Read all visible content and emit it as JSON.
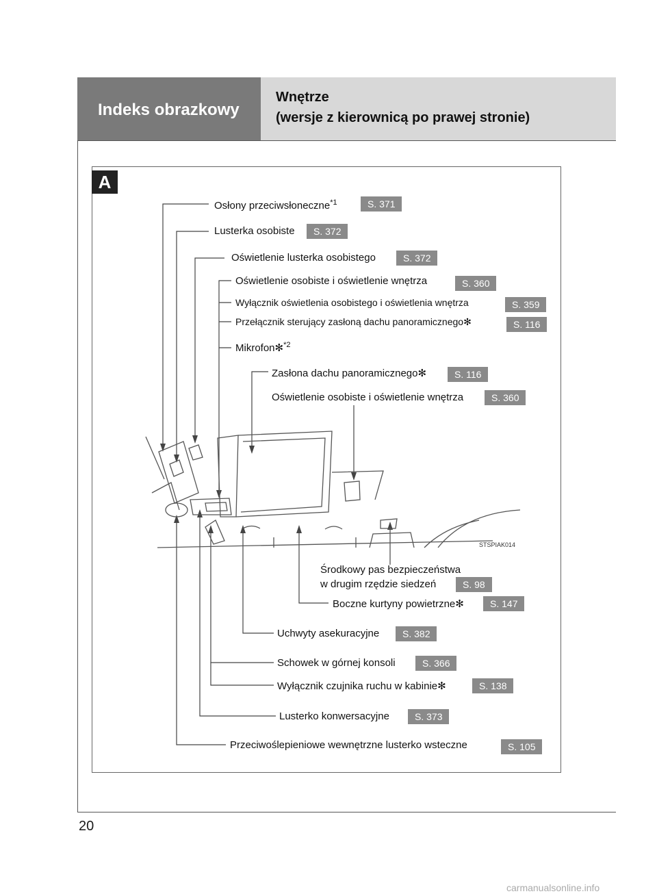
{
  "header": {
    "section": "Indeks obrazkowy",
    "title_line1": "Wnętrze",
    "title_line2": "(wersje z kierownicą po prawej stronie)"
  },
  "panel_tag": "A",
  "callouts": {
    "oslony": {
      "label": "Osłony przeciwsłoneczne",
      "sup": "*1",
      "ref": "S. 371"
    },
    "lusterka": {
      "label": "Lusterka osobiste",
      "ref": "S. 372"
    },
    "oswietlenie_lusterka": {
      "label": "Oświetlenie lusterka osobistego",
      "ref": "S. 372"
    },
    "oswietlenie_osobiste": {
      "label": "Oświetlenie osobiste i oświetlenie wnętrza",
      "ref": "S. 360"
    },
    "wylacznik_oswietlenia": {
      "label": "Wyłącznik oświetlenia osobistego i oświetlenia wnętrza",
      "ref": "S. 359"
    },
    "przelacznik_zaslona": {
      "label": "Przełącznik sterujący zasłoną dachu panoramicznego",
      "ref": "S. 116"
    },
    "mikrofon": {
      "label": "Mikrofon",
      "sup": "*2"
    },
    "zaslona": {
      "label": "Zasłona dachu panoramicznego",
      "ref": "S. 116"
    },
    "oswietlenie_osobiste2": {
      "label": "Oświetlenie osobiste i oświetlenie wnętrza",
      "ref": "S. 360"
    },
    "pas_line1": "Środkowy pas bezpieczeństwa",
    "pas_line2": "w drugim rzędzie siedzeń",
    "pas_ref": "S. 98",
    "kurtyny": {
      "label": "Boczne kurtyny powietrzne",
      "ref": "S. 147"
    },
    "uchwyty": {
      "label": "Uchwyty asekuracyjne",
      "ref": "S. 382"
    },
    "schowek": {
      "label": "Schowek w górnej konsoli",
      "ref": "S. 366"
    },
    "czujnik": {
      "label": "Wyłącznik czujnika ruchu w kabinie",
      "ref": "S. 138"
    },
    "konwersacyjne": {
      "label": "Lusterko konwersacyjne",
      "ref": "S. 373"
    },
    "wsteczne": {
      "label": "Przeciwoślepieniowe wewnętrzne lusterko wsteczne",
      "ref": "S. 105"
    }
  },
  "optional_mark": "✻",
  "image_code": "STSPIAK014",
  "page_number": "20",
  "watermark": "carmanualsonline.info"
}
